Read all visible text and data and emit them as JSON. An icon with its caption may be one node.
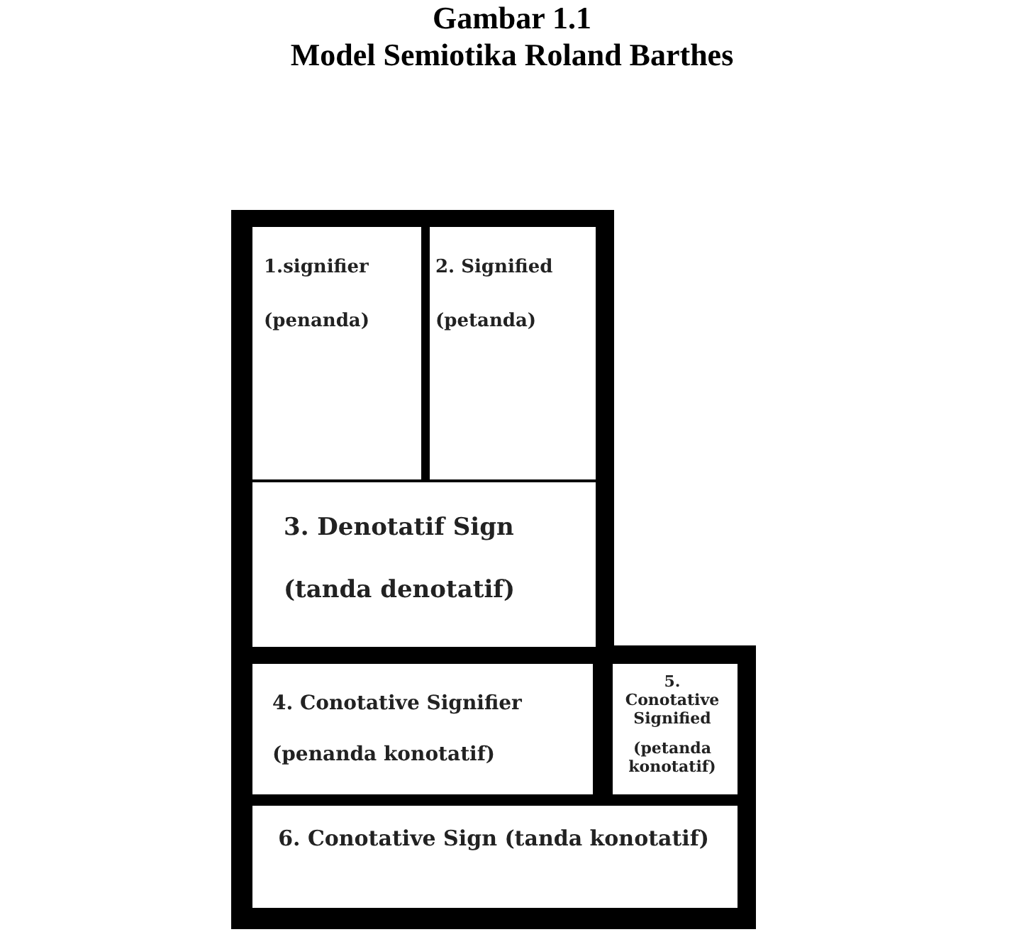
{
  "diagram": {
    "title": "Model Semiotika Roland Barthes",
    "labels": [
      "Gambar 1.1"
    ],
    "nodes": [
      {
        "text": [
          "1.signifier",
          "(penanda)"
        ]
      },
      {
        "text": [
          "2. Signified",
          "(petanda)"
        ]
      },
      {
        "text": [
          "3. Denotatif Sign",
          "(tanda denotatif)"
        ]
      },
      {
        "text": [
          "4. Conotative Signifier",
          "(penanda konotatif)"
        ]
      },
      {
        "text": [
          "5. Conotative Signified",
          "(petanda konotatif)"
        ]
      },
      {
        "text": [
          "6. Conotative Sign (tanda konotatif)"
        ]
      }
    ]
  }
}
